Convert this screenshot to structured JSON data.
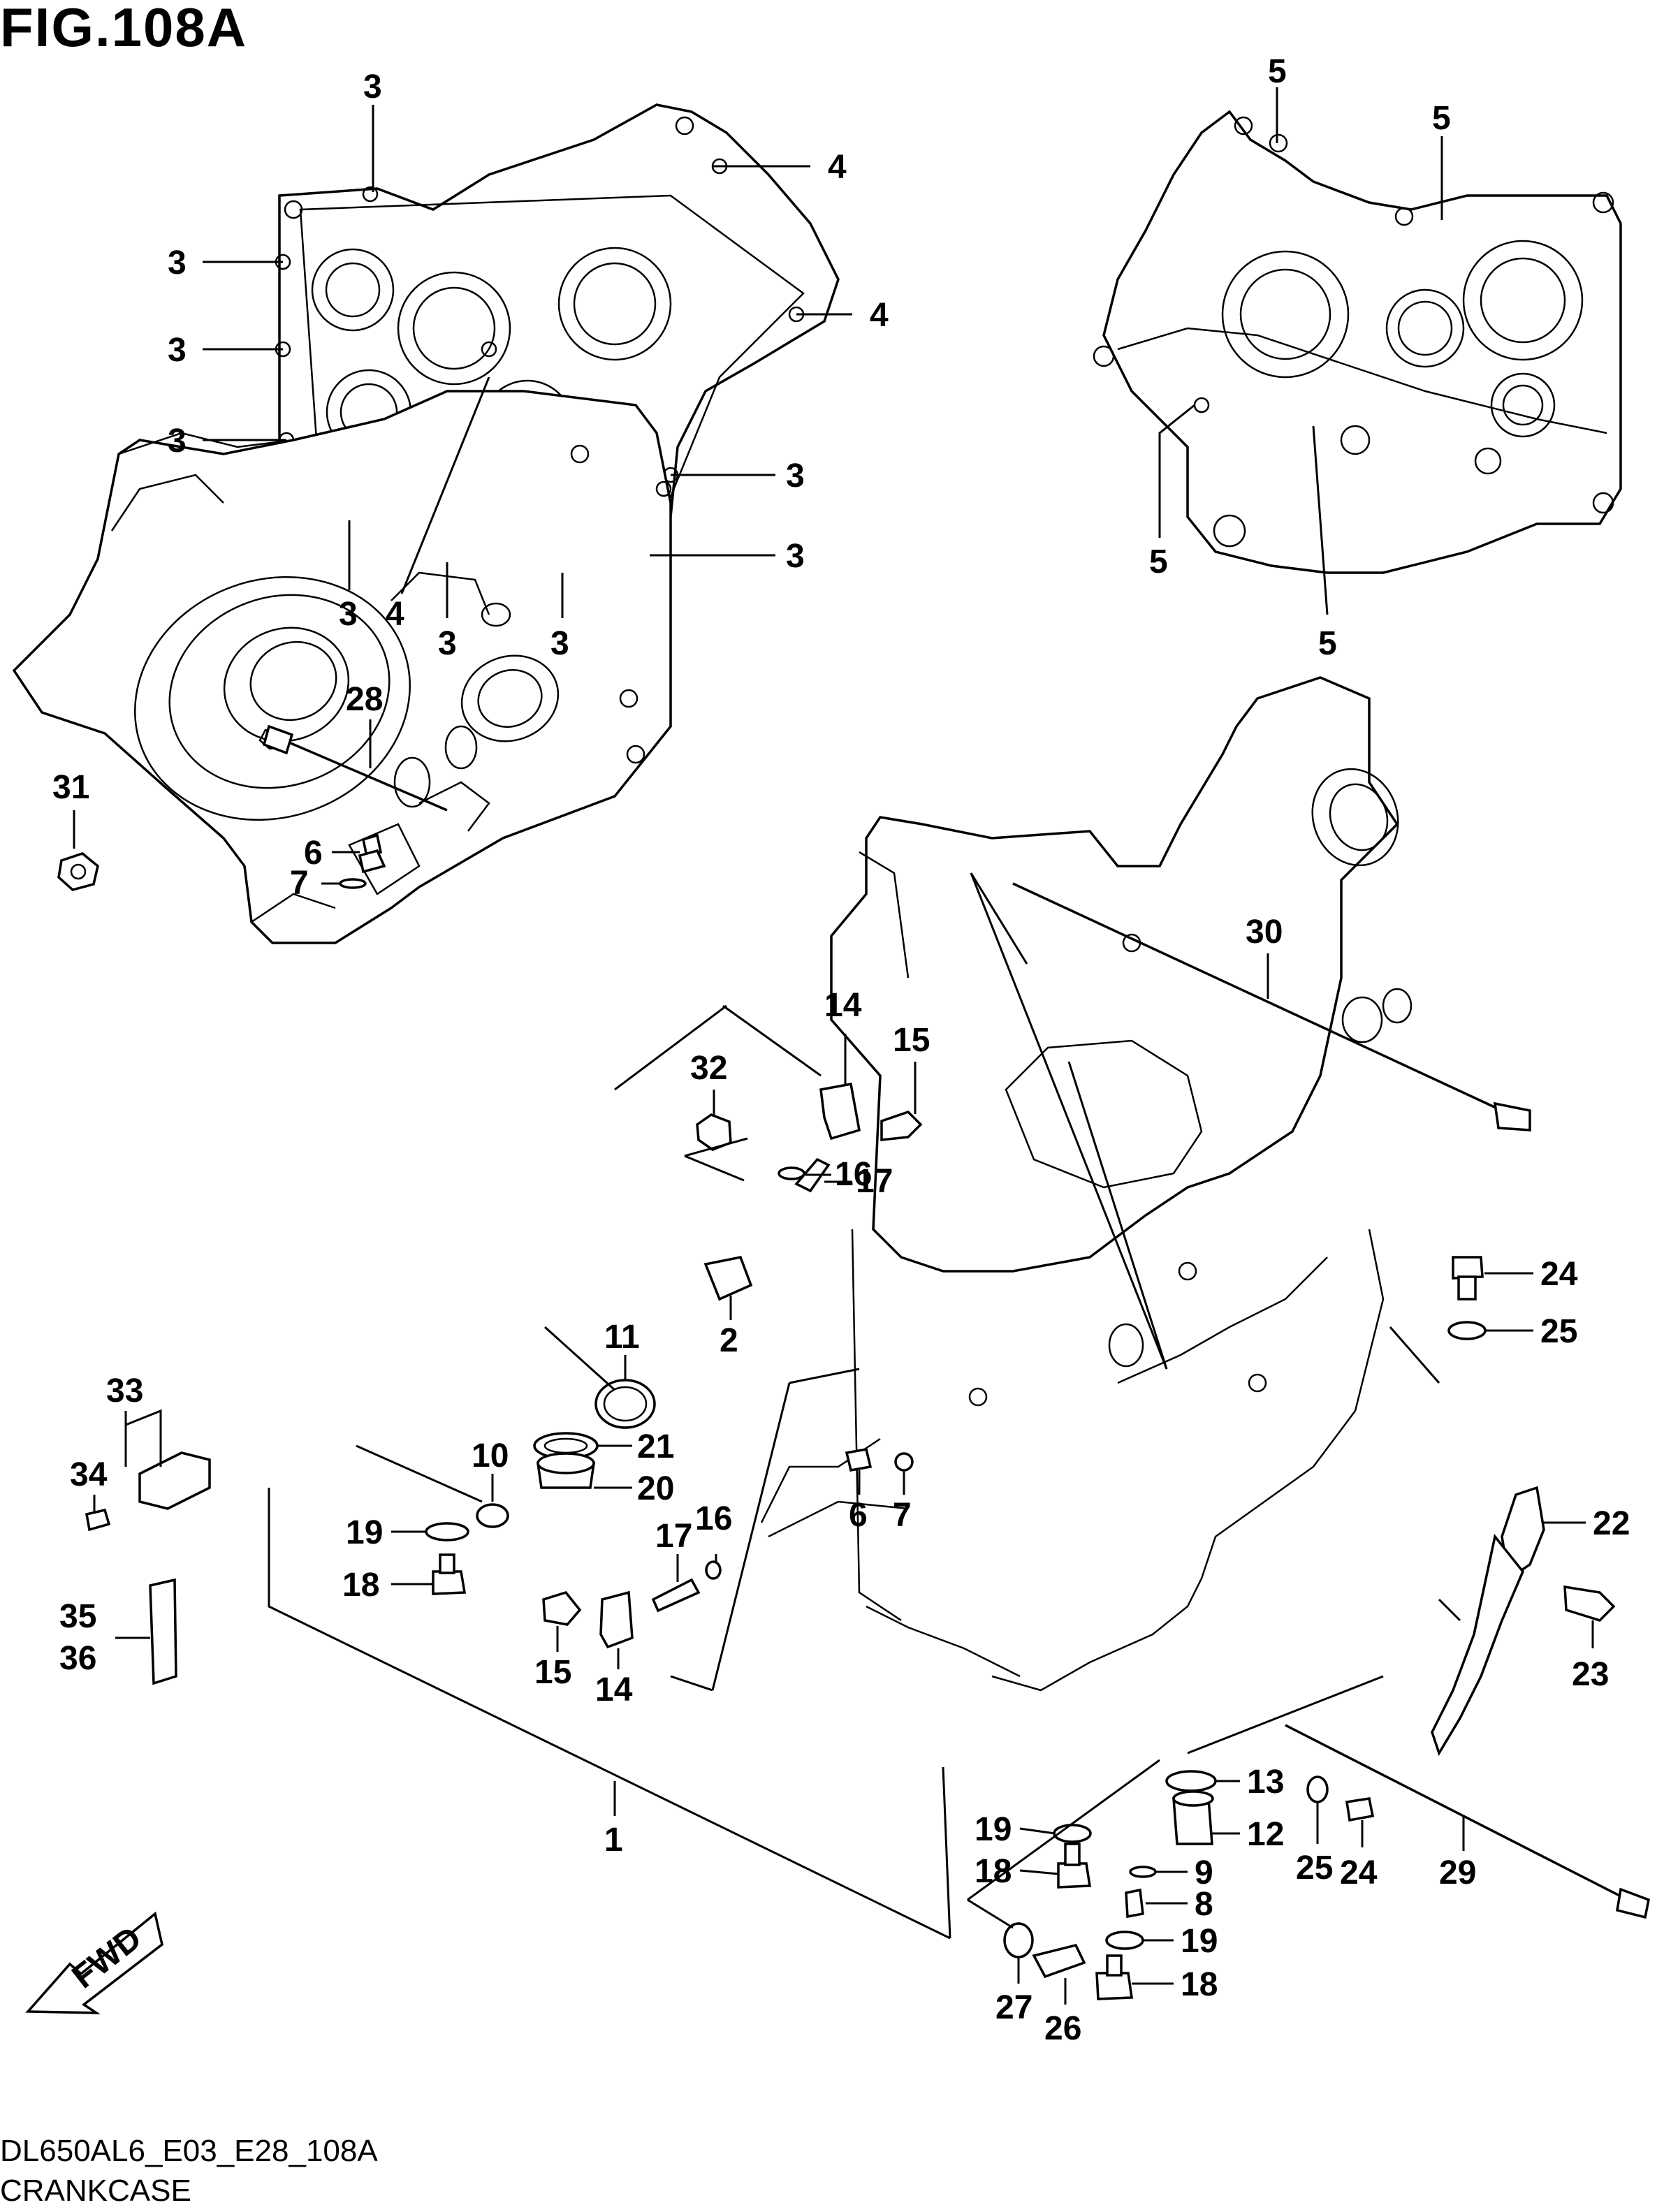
{
  "figure": {
    "title": "FIG.108A",
    "code": "DL650AL6_E03_E28_108A",
    "name": "CRANKCASE",
    "fwd_label": "FWD"
  },
  "callouts": {
    "c3a": "3",
    "c3b": "3",
    "c3c": "3",
    "c3d": "3",
    "c3e": "3",
    "c3f": "3",
    "c3g": "3",
    "c3h": "3",
    "c3i": "3",
    "c4a": "4",
    "c4b": "4",
    "c4c": "4",
    "c5a": "5",
    "c5b": "5",
    "c5c": "5",
    "c5d": "5",
    "c28": "28",
    "c31": "31",
    "c6a": "6",
    "c7a": "7",
    "c14a": "14",
    "c15a": "15",
    "c32": "32",
    "c17a": "17",
    "c16a": "16",
    "c30": "30",
    "c2": "2",
    "c11": "11",
    "c21": "21",
    "c20": "20",
    "c10": "10",
    "c33": "33",
    "c34": "34",
    "c19a": "19",
    "c18a": "18",
    "c6b": "6",
    "c7b": "7",
    "c17b": "17",
    "c16b": "16",
    "c15b": "15",
    "c14b": "14",
    "c35": "35",
    "c36": "36",
    "c1": "1",
    "c24a": "24",
    "c25a": "25",
    "c22": "22",
    "c23": "23",
    "c13": "13",
    "c12": "12",
    "c9": "9",
    "c8": "8",
    "c19b": "19",
    "c18b": "18",
    "c19c": "19",
    "c18c": "18",
    "c25b": "25",
    "c24b": "24",
    "c29": "29",
    "c27": "27",
    "c26": "26"
  }
}
